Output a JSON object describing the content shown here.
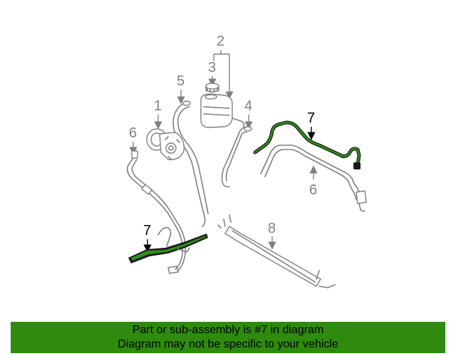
{
  "callouts": {
    "c1": "1",
    "c2": "2",
    "c3": "3",
    "c4": "4",
    "c5": "5",
    "c6a": "6",
    "c6b": "6",
    "c7a": "7",
    "c7b": "7",
    "c8": "8"
  },
  "highlight_part": "7",
  "banner": {
    "line1": "Part or sub-assembly is #7 in diagram",
    "line2": "Diagram may not be specific to your vehicle"
  },
  "colors": {
    "part_outline": "#808080",
    "highlight_part": "#1f5f12",
    "banner_background": "#2e8b0e"
  }
}
